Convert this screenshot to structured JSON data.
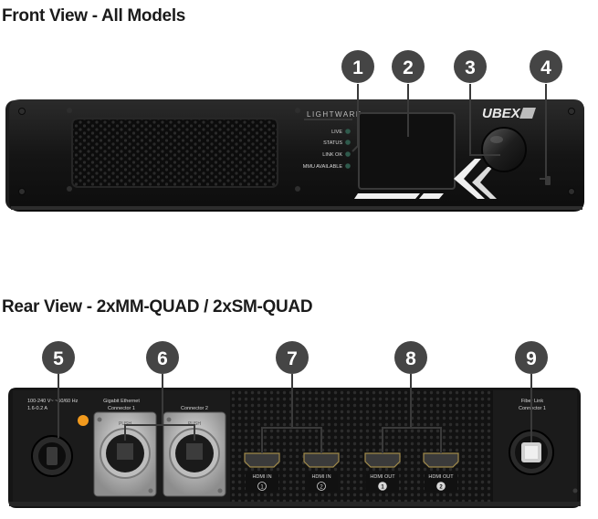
{
  "front": {
    "heading": "Front View - All Models",
    "brand": "LIGHTWARE",
    "model": "UBEX",
    "leds": [
      "LIVE",
      "STATUS",
      "LINK OK",
      "MMU AVAILABLE"
    ],
    "callouts": [
      "1",
      "2",
      "3",
      "4"
    ]
  },
  "rear": {
    "heading": "Rear View - 2xMM-QUAD / 2xSM-QUAD",
    "power_label": [
      "100-240 V~ ~50/60 Hz",
      "1.6-0.2 A"
    ],
    "ethernet_labels": [
      [
        "Gigabit Ethernet",
        "Connector 1"
      ],
      [
        "Connector 2"
      ]
    ],
    "push_label": "PUSH",
    "ports": [
      {
        "label": "HDMI IN",
        "num": "1"
      },
      {
        "label": "HDMI IN",
        "num": "2"
      },
      {
        "label": "HDMI OUT",
        "num": "1"
      },
      {
        "label": "HDMI OUT",
        "num": "2"
      }
    ],
    "fiber_label": [
      "Fiber Link",
      "Connector 1"
    ],
    "callouts": [
      "5",
      "6",
      "7",
      "8",
      "9"
    ]
  },
  "colors": {
    "chassis": "#161616",
    "callout_badge": "#454545",
    "power_led": "#f29a1d",
    "led_green": "#2f5a4c"
  }
}
